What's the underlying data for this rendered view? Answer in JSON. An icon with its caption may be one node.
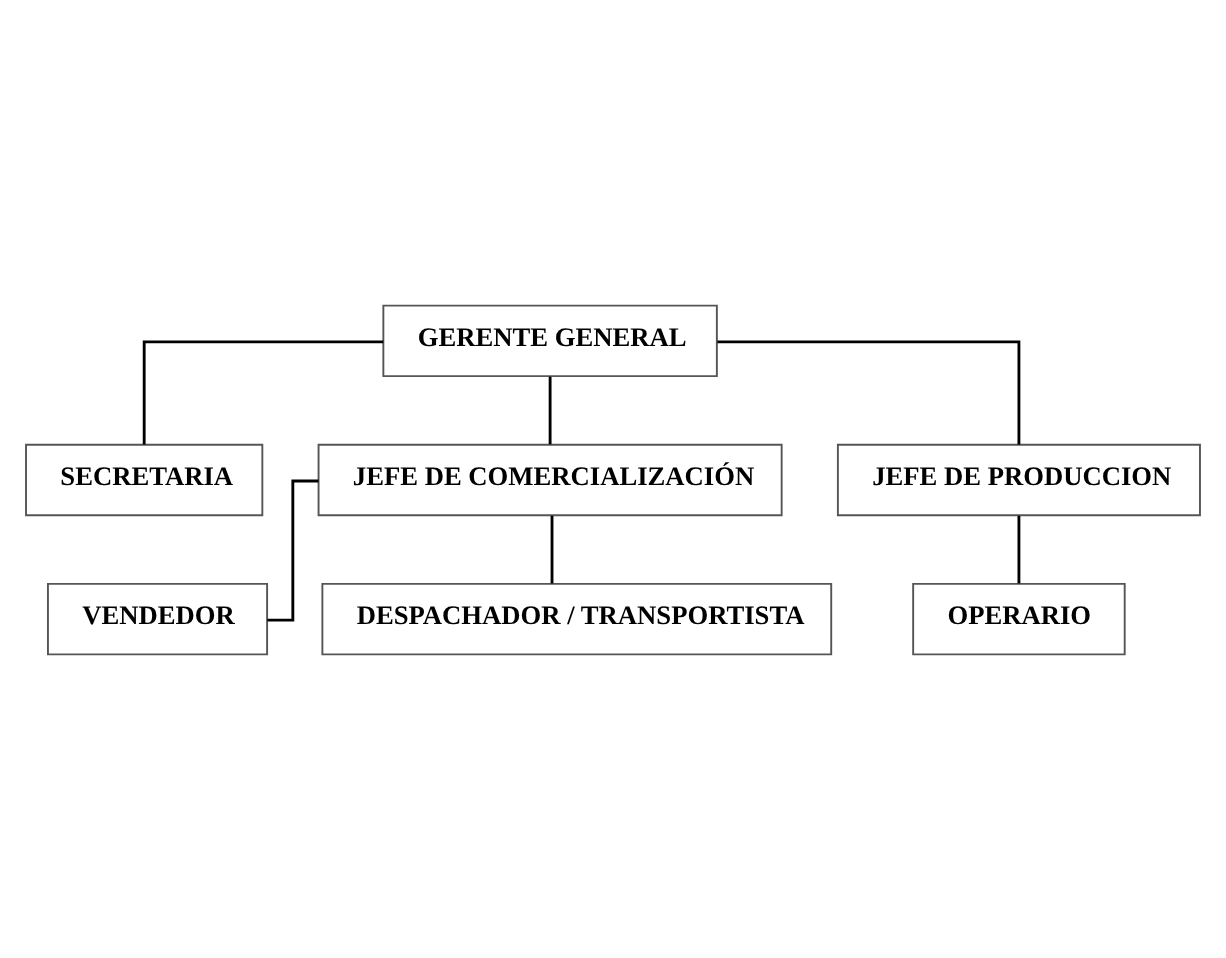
{
  "diagram": {
    "nodes": [
      {
        "text": [
          "GERENTE GENERAL"
        ]
      },
      {
        "text": [
          "SECRETARIA"
        ]
      },
      {
        "text": [
          "JEFE DE COMERCIALIZACIÓN"
        ]
      },
      {
        "text": [
          "JEFE DE PRODUCCION"
        ]
      },
      {
        "text": [
          "VENDEDOR"
        ]
      },
      {
        "text": [
          "DESPACHADOR / TRANSPORTISTA"
        ]
      },
      {
        "text": [
          "OPERARIO"
        ]
      }
    ],
    "edges": [
      {
        "from": 0,
        "to": 1,
        "arrow": "none"
      },
      {
        "from": 0,
        "to": 2,
        "arrow": "none"
      },
      {
        "from": 0,
        "to": 3,
        "arrow": "none"
      },
      {
        "from": 2,
        "to": 4,
        "arrow": "none"
      },
      {
        "from": 2,
        "to": 5,
        "arrow": "none"
      },
      {
        "from": 3,
        "to": 6,
        "arrow": "none"
      }
    ]
  }
}
